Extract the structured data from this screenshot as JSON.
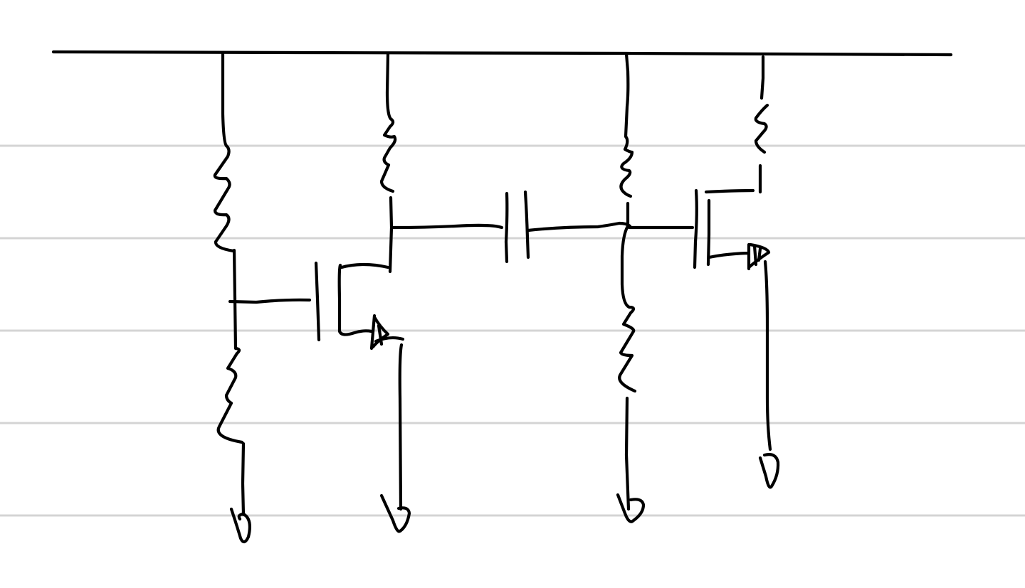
{
  "page": {
    "background": "#ffffff",
    "ruled_line_color": "#d4d4d4",
    "ink_color": "#000000"
  },
  "diagram": {
    "kind": "hand-drawn two-stage MOSFET amplifier schematic on ruled paper",
    "components": [
      {
        "name": "supply-rail"
      },
      {
        "name": "bias-resistor-top-1",
        "icon": "resistor-zigzag"
      },
      {
        "name": "bias-resistor-bottom-1",
        "icon": "resistor-zigzag"
      },
      {
        "name": "ground-1",
        "icon": "ground-symbol"
      },
      {
        "name": "drain-resistor-1",
        "icon": "resistor-zigzag"
      },
      {
        "name": "mosfet-1",
        "icon": "nmos-transistor"
      },
      {
        "name": "ground-2",
        "icon": "ground-symbol"
      },
      {
        "name": "coupling-capacitor",
        "icon": "capacitor"
      },
      {
        "name": "bias-resistor-top-2",
        "icon": "resistor-zigzag"
      },
      {
        "name": "bias-resistor-bottom-2",
        "icon": "resistor-zigzag"
      },
      {
        "name": "ground-3",
        "icon": "ground-symbol"
      },
      {
        "name": "drain-resistor-2",
        "icon": "resistor-zigzag"
      },
      {
        "name": "mosfet-2",
        "icon": "nmos-transistor"
      },
      {
        "name": "ground-4",
        "icon": "ground-symbol"
      }
    ]
  }
}
